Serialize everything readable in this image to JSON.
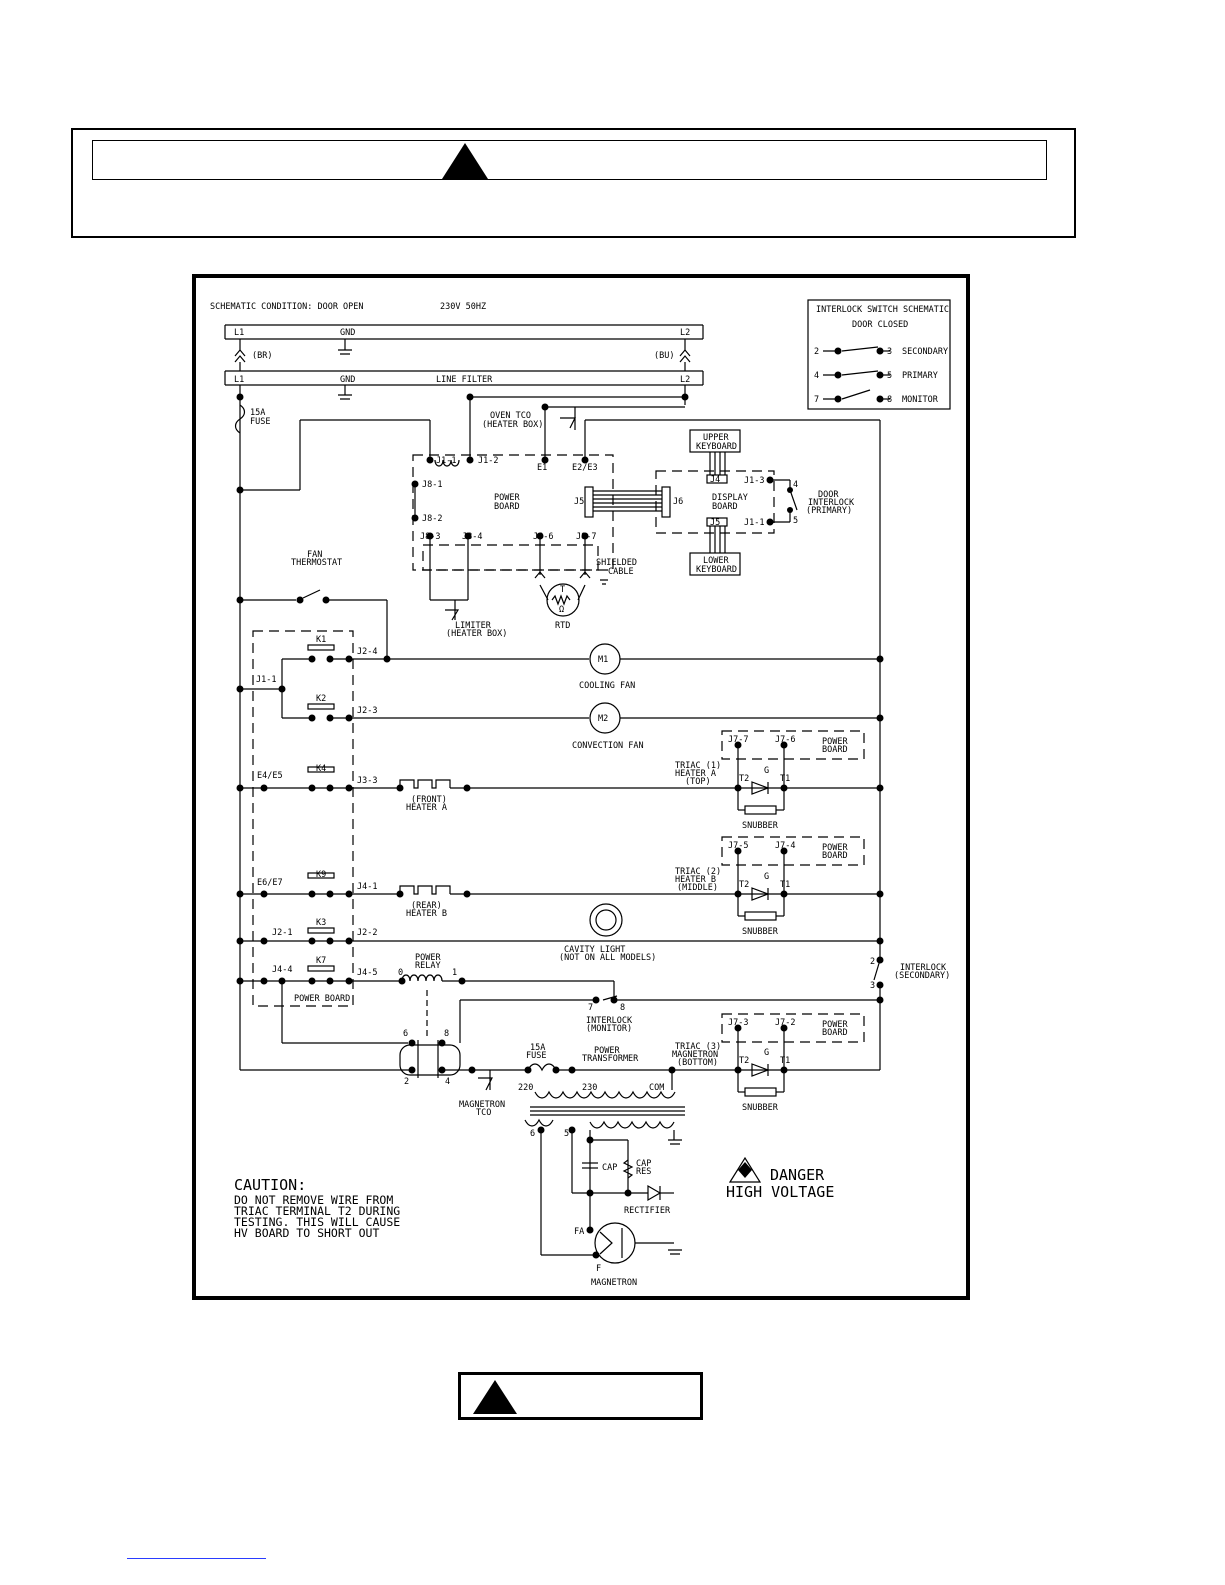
{
  "header": {
    "warning_icon": "warning-triangle-icon"
  },
  "schematic": {
    "condition": "SCHEMATIC CONDITION: DOOR OPEN",
    "voltage": "230V 50HZ",
    "lines": {
      "l1": "L1",
      "gnd": "GND",
      "l2": "L2",
      "br": "(BR)",
      "bu": "(BU)",
      "line_filter": "LINE FILTER"
    },
    "fuse": [
      "15A",
      "FUSE"
    ],
    "interlock_legend": {
      "title": "INTERLOCK SWITCH SCHEMATIC",
      "subtitle": "DOOR CLOSED",
      "rows": [
        {
          "a": "2",
          "b": "3",
          "label": "SECONDARY"
        },
        {
          "a": "4",
          "b": "5",
          "label": "PRIMARY"
        },
        {
          "a": "7",
          "b": "8",
          "label": "MONITOR"
        }
      ]
    },
    "oven_tco": [
      "OVEN TCO",
      "(HEATER BOX)"
    ],
    "power_board_top": {
      "j1_1": "J1-1",
      "j1_2": "J1-2",
      "e1": "E1",
      "e2e3": "E2/E3",
      "j8_1": "J8-1",
      "j8_2": "J8-2",
      "j8_3": "J8-3",
      "j8_4": "J8-4",
      "j8_6": "J8-6",
      "j8_7": "J8-7",
      "label": [
        "POWER",
        "BOARD"
      ],
      "j5": "J5"
    },
    "display": {
      "upper": [
        "UPPER",
        "KEYBOARD"
      ],
      "lower": [
        "LOWER",
        "KEYBOARD"
      ],
      "j4": "J4",
      "j5": "J5",
      "j6": "J6",
      "label": [
        "DISPLAY",
        "BOARD"
      ],
      "j1_3": "J1-3",
      "j1_1": "J1-1",
      "n4": "4",
      "n5": "5",
      "door": [
        "DOOR",
        "INTERLOCK",
        "(PRIMARY)"
      ]
    },
    "shielded": [
      "SHIELDED",
      "CABLE"
    ],
    "rtd": {
      "t": "T",
      "omega": "Ω",
      "label": "RTD"
    },
    "limiter": [
      "LIMITER",
      "(HEATER BOX)"
    ],
    "fan_thermostat": [
      "FAN",
      "THERMOSTAT"
    ],
    "relays": {
      "k1": "K1",
      "k2": "K2",
      "k4": "K4",
      "k9": "K9",
      "k3": "K3",
      "k7": "K7",
      "j1_1": "J1-1",
      "j2_4": "J2-4",
      "j2_3": "J2-3",
      "e4e5": "E4/E5",
      "j3_3": "J3-3",
      "e6e7": "E6/E7",
      "j4_1": "J4-1",
      "j2_1": "J2-1",
      "j2_2": "J2-2",
      "j4_4": "J4-4",
      "j4_5": "J4-5",
      "power_board": "POWER BOARD"
    },
    "motors": {
      "m1": "M1",
      "m1_label": "COOLING FAN",
      "m2": "M2",
      "m2_label": "CONVECTION FAN"
    },
    "heaters": {
      "a": [
        "(FRONT)",
        "HEATER A"
      ],
      "b": [
        "(REAR)",
        "HEATER B"
      ]
    },
    "triacs": [
      {
        "j_a": "J7-7",
        "j_b": "J7-6",
        "name": [
          "TRIAC (1)",
          "HEATER A",
          "(TOP)"
        ]
      },
      {
        "j_a": "J7-5",
        "j_b": "J7-4",
        "name": [
          "TRIAC (2)",
          "HEATER B",
          "(MIDDLE)"
        ]
      },
      {
        "j_a": "J7-3",
        "j_b": "J7-2",
        "name": [
          "TRIAC (3)",
          "MAGNETRON",
          "(BOTTOM)"
        ]
      }
    ],
    "triac_terms": {
      "t2": "T2",
      "g": "G",
      "t1": "T1"
    },
    "power_board_label": [
      "POWER",
      "BOARD"
    ],
    "snubber": "SNUBBER",
    "cavity_light": [
      "CAVITY LIGHT",
      "(NOT ON ALL MODELS)"
    ],
    "power_relay": {
      "label": [
        "POWER",
        "RELAY"
      ],
      "zero": "0",
      "one": "1"
    },
    "interlock_secondary": {
      "n2": "2",
      "n3": "3",
      "label": [
        "INTERLOCK",
        "(SECONDARY)"
      ]
    },
    "interlock_monitor": {
      "n7": "7",
      "n8": "8",
      "label": [
        "INTERLOCK",
        "(MONITOR)"
      ]
    },
    "relay_contacts": {
      "n6": "6",
      "n8": "8",
      "n2": "2",
      "n4": "4"
    },
    "mag_tco": [
      "MAGNETRON",
      "TCO"
    ],
    "mag_fuse": [
      "15A",
      "FUSE"
    ],
    "transformer": {
      "label": [
        "POWER",
        "TRANSFORMER"
      ],
      "t220": "220",
      "t230": "230",
      "com": "COM",
      "s6": "6",
      "s5": "5"
    },
    "hv": {
      "cap": "CAP",
      "cap_res": [
        "CAP",
        "RES"
      ],
      "rectifier": "RECTIFIER",
      "fa": "FA",
      "f": "F",
      "magnetron": "MAGNETRON"
    },
    "caution": {
      "title": "CAUTION:",
      "lines": [
        "DO NOT REMOVE WIRE FROM",
        "TRIAC TERMINAL T2 DURING",
        "TESTING. THIS WILL CAUSE",
        "HV BOARD TO SHORT OUT"
      ]
    },
    "danger": {
      "line1": "DANGER",
      "line2": "HIGH VOLTAGE",
      "icon": "high-voltage-icon"
    }
  }
}
